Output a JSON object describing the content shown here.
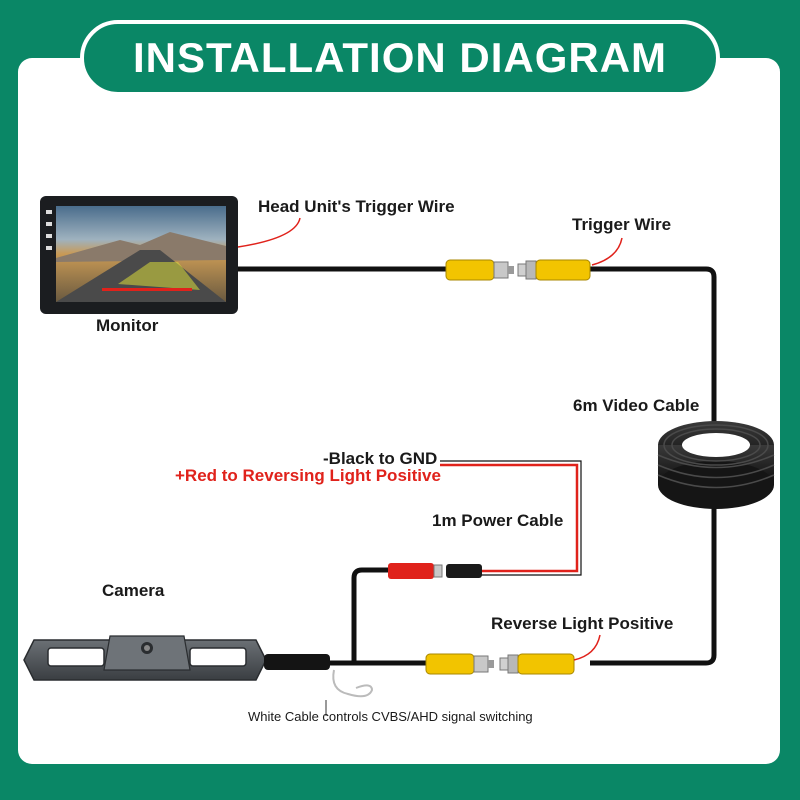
{
  "title": "INSTALLATION DIAGRAM",
  "labels": {
    "head_unit_trigger": "Head Unit's Trigger Wire",
    "monitor": "Monitor",
    "trigger_wire": "Trigger Wire",
    "video_cable": "6m Video Cable",
    "black_gnd": "-Black to GND",
    "red_reversing": "+Red to Reversing Light Positive",
    "power_cable": "1m Power Cable",
    "camera": "Camera",
    "reverse_light": "Reverse Light Positive",
    "white_cable": "White Cable controls CVBS/AHD signal switching"
  },
  "colors": {
    "background": "#0a8766",
    "panel": "#ffffff",
    "wire": "#111111",
    "red_wire": "#e0221b",
    "rca_yellow": "#f2c400",
    "cable_coil": "#1a1a1a"
  },
  "icons": [
    "monitor-icon",
    "rca-connector-icon",
    "cable-coil-icon",
    "power-connector-icon",
    "camera-bar-icon"
  ]
}
